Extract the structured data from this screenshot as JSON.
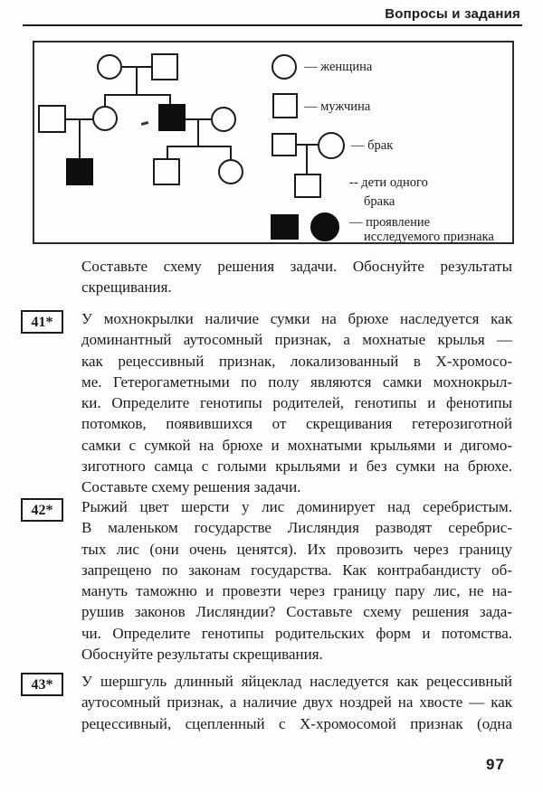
{
  "header": {
    "title": "Вопросы и задания"
  },
  "figure": {
    "legend": {
      "female": {
        "label": "— женщина"
      },
      "male": {
        "label": "— мужчина"
      },
      "marriage": {
        "label": "— брак"
      },
      "children": {
        "line1": "-- дети одного",
        "line2": "брака"
      },
      "affected": {
        "line1": "— проявление",
        "line2": "исследуемого признака"
      }
    }
  },
  "intro": {
    "lines": [
      "Составьте схему решения задачи. Обоснуйте результаты",
      "скрещивания."
    ]
  },
  "problems": [
    {
      "number": "41*",
      "lines": [
        "У мохнокрылки наличие сумки на брюхе наследуется как",
        "доминантный аутосомный признак, а мохнатые крылья —",
        "как рецессивный признак, локализованный в Х-хромосо-",
        "ме. Гетерогаметными по полу являются самки мохнокрыл-",
        "ки. Определите генотипы родителей, генотипы и фенотипы",
        "потомков, появившихся от скрещивания гетерозиготной",
        "самки с сумкой на брюхе и мохнатыми крыльями и дигомо-",
        "зиготного самца с голыми крыльями и без сумки на брюхе.",
        "Составьте схему решения задачи."
      ]
    },
    {
      "number": "42*",
      "lines": [
        "Рыжий цвет шерсти у лис доминирует над серебристым.",
        "В маленьком государстве Лисляндия разводят серебрис-",
        "тых лис (они очень ценятся). Их провозить через границу",
        "запрещено по законам государства. Как контрабандисту об-",
        "мануть таможню и провезти через границу пару лис, не на-",
        "рушив законов Лисляндии? Составьте схему решения зада-",
        "чи. Определите генотипы родительских форм и потомства.",
        "Обоснуйте результаты скрещивания."
      ]
    },
    {
      "number": "43*",
      "lines": [
        "У шершгуль длинный яйцеклад наследуется как рецессивный",
        "аутосомный признак, а наличие двух ноздрей на хвосте — как",
        "рецессивный, сцепленный с Х-хромосомой признак (одна"
      ]
    }
  ],
  "page_number": "97"
}
